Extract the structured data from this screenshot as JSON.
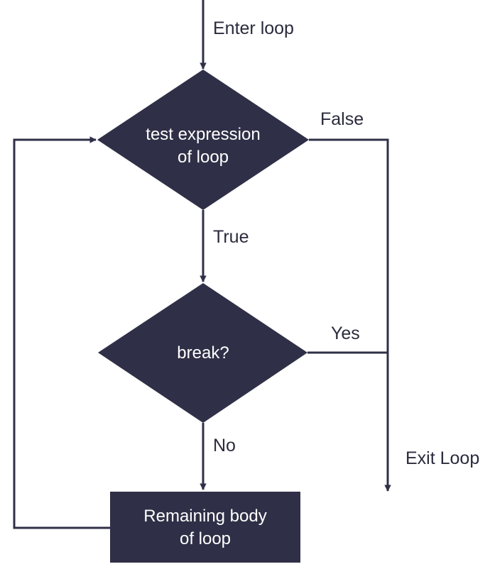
{
  "diagram": {
    "nodes": {
      "test_decision": {
        "line1": "test expression",
        "line2": "of loop"
      },
      "break_decision": {
        "text": "break?"
      },
      "remaining_body": {
        "line1": "Remaining body",
        "line2": "of loop"
      }
    },
    "edge_labels": {
      "enter": "Enter loop",
      "false": "False",
      "true": "True",
      "yes": "Yes",
      "no": "No",
      "exit": "Exit Loop"
    }
  },
  "colors": {
    "node_fill": "#2f3047",
    "line": "#2f3047",
    "label_text": "#2b2b3d",
    "node_text": "#ffffff"
  }
}
